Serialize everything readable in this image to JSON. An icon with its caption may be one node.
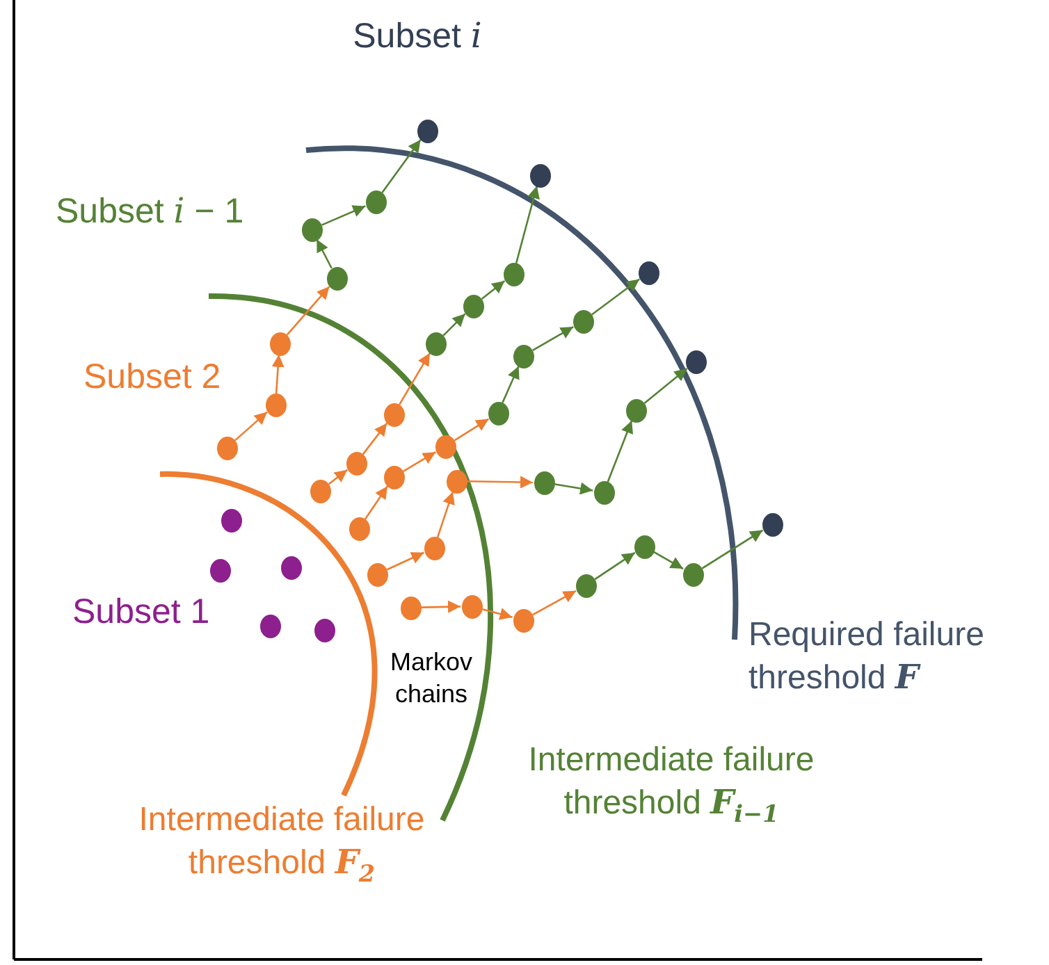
{
  "diagram": {
    "nodes": [
      {
        "text": [],
        "shape": "circle"
      },
      {
        "text": [],
        "shape": "circle"
      },
      {
        "text": [],
        "shape": "circle"
      },
      {
        "text": [],
        "shape": "circle"
      },
      {
        "text": [],
        "shape": "circle"
      },
      {
        "text": [],
        "shape": "circle"
      },
      {
        "text": [],
        "shape": "circle"
      },
      {
        "text": [],
        "shape": "circle"
      },
      {
        "text": [],
        "shape": "circle"
      },
      {
        "text": [],
        "shape": "circle"
      },
      {
        "text": [],
        "shape": "circle"
      },
      {
        "text": [],
        "shape": "circle"
      },
      {
        "text": [],
        "shape": "circle"
      },
      {
        "text": [],
        "shape": "circle"
      },
      {
        "text": [],
        "shape": "circle"
      },
      {
        "text": [],
        "shape": "circle"
      },
      {
        "text": [],
        "shape": "circle"
      },
      {
        "text": [],
        "shape": "circle"
      },
      {
        "text": [],
        "shape": "circle"
      },
      {
        "text": [],
        "shape": "circle"
      },
      {
        "text": [],
        "shape": "circle"
      },
      {
        "text": [],
        "shape": "circle"
      },
      {
        "text": [],
        "shape": "circle"
      },
      {
        "text": [],
        "shape": "circle"
      },
      {
        "text": [],
        "shape": "circle"
      },
      {
        "text": [],
        "shape": "circle"
      },
      {
        "text": [],
        "shape": "circle"
      },
      {
        "text": [],
        "shape": "circle"
      },
      {
        "text": [],
        "shape": "circle"
      },
      {
        "text": [],
        "shape": "circle"
      },
      {
        "text": [],
        "shape": "circle"
      },
      {
        "text": [],
        "shape": "circle"
      },
      {
        "text": [],
        "shape": "circle"
      },
      {
        "text": [],
        "shape": "circle"
      },
      {
        "text": [],
        "shape": "circle"
      },
      {
        "text": [],
        "shape": "circle"
      },
      {
        "text": [],
        "shape": "circle"
      },
      {
        "text": [],
        "shape": "circle"
      },
      {
        "text": [],
        "shape": "circle"
      },
      {
        "text": [],
        "shape": "circle"
      }
    ],
    "edges": [
      {
        "from": 5,
        "to": 6,
        "arrow": "to",
        "color": "#ed7d31"
      },
      {
        "from": 6,
        "to": 7,
        "arrow": "to",
        "color": "#ed7d31"
      },
      {
        "from": 7,
        "to": 8,
        "arrow": "to",
        "color": "#ed7d31"
      },
      {
        "from": 8,
        "to": 9,
        "arrow": "to",
        "color": "#548235"
      },
      {
        "from": 9,
        "to": 10,
        "arrow": "to",
        "color": "#548235"
      },
      {
        "from": 10,
        "to": 11,
        "arrow": "to",
        "color": "#548235"
      },
      {
        "from": 12,
        "to": 13,
        "arrow": "to",
        "color": "#ed7d31"
      },
      {
        "from": 13,
        "to": 14,
        "arrow": "to",
        "color": "#ed7d31"
      },
      {
        "from": 14,
        "to": 15,
        "arrow": "to",
        "color": "#ed7d31"
      },
      {
        "from": 15,
        "to": 16,
        "arrow": "to",
        "color": "#548235"
      },
      {
        "from": 16,
        "to": 17,
        "arrow": "to",
        "color": "#548235"
      },
      {
        "from": 17,
        "to": 18,
        "arrow": "to",
        "color": "#548235"
      },
      {
        "from": 19,
        "to": 20,
        "arrow": "to",
        "color": "#ed7d31"
      },
      {
        "from": 20,
        "to": 21,
        "arrow": "to",
        "color": "#ed7d31"
      },
      {
        "from": 21,
        "to": 22,
        "arrow": "to",
        "color": "#ed7d31"
      },
      {
        "from": 22,
        "to": 23,
        "arrow": "to",
        "color": "#548235"
      },
      {
        "from": 23,
        "to": 24,
        "arrow": "to",
        "color": "#548235"
      },
      {
        "from": 24,
        "to": 25,
        "arrow": "to",
        "color": "#548235"
      },
      {
        "from": 26,
        "to": 27,
        "arrow": "to",
        "color": "#ed7d31"
      },
      {
        "from": 27,
        "to": 28,
        "arrow": "to",
        "color": "#ed7d31"
      },
      {
        "from": 28,
        "to": 29,
        "arrow": "to",
        "color": "#ed7d31"
      },
      {
        "from": 29,
        "to": 30,
        "arrow": "to",
        "color": "#548235"
      },
      {
        "from": 30,
        "to": 31,
        "arrow": "to",
        "color": "#548235"
      },
      {
        "from": 31,
        "to": 32,
        "arrow": "to",
        "color": "#548235"
      },
      {
        "from": 33,
        "to": 34,
        "arrow": "to",
        "color": "#ed7d31"
      },
      {
        "from": 34,
        "to": 35,
        "arrow": "to",
        "color": "#ed7d31"
      },
      {
        "from": 35,
        "to": 36,
        "arrow": "to",
        "color": "#ed7d31"
      },
      {
        "from": 36,
        "to": 37,
        "arrow": "to",
        "color": "#548235"
      },
      {
        "from": 37,
        "to": 38,
        "arrow": "to",
        "color": "#548235"
      },
      {
        "from": 38,
        "to": 39,
        "arrow": "to",
        "color": "#548235"
      }
    ],
    "labels": [
      "Subset *i*",
      "Subset *i* − 1",
      "Subset 2",
      "Subset 1",
      "Markov chains",
      "Required failure threshold **F**",
      "Intermediate failure threshold **F**$_{i−1}$",
      "Intermediate failure threshold **F**$_{2}$"
    ]
  }
}
